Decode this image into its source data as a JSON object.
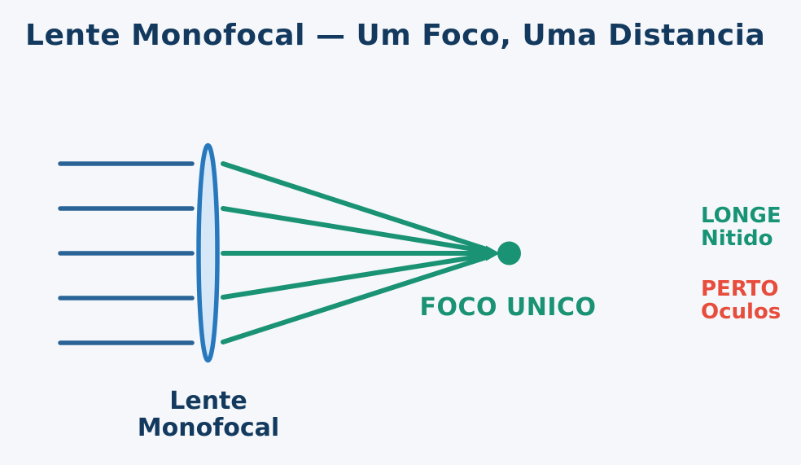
{
  "title": "Lente Monofocal — Um Foco, Uma Distancia",
  "colors": {
    "background": "#f5f7fa",
    "title_navy": "#133a5e",
    "ray_blue": "#2a6496",
    "lens_stroke": "#2878be",
    "lens_fill": "#d6e8f8",
    "focus_green": "#1a9274",
    "label_green": "#179376",
    "label_red": "#e74c3c"
  },
  "diagram": {
    "incident_ray_count": 5,
    "focused_ray_count": 5,
    "lens_label_line1": "Lente",
    "lens_label_line2": "Monofocal",
    "focus_label": "FOCO UNICO"
  },
  "annotations": {
    "far_title": "LONGE",
    "far_subtitle": "Nitido",
    "near_title": "PERTO",
    "near_subtitle": "Oculos"
  }
}
